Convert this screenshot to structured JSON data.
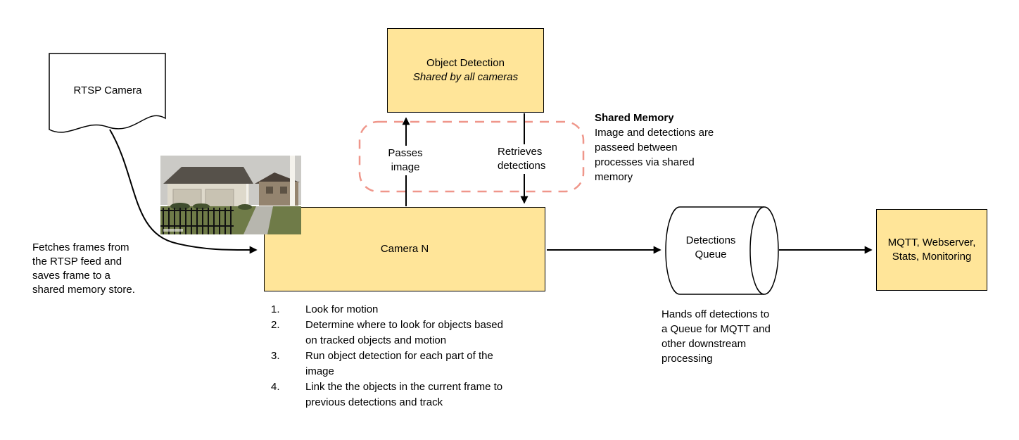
{
  "diagram": {
    "colors": {
      "box_fill": "#ffe599",
      "box_stroke": "#000000",
      "dashed_stroke": "#ef968a",
      "arrow": "#000000"
    },
    "nodes": {
      "rtsp_camera": "RTSP Camera",
      "object_detection_title": "Object Detection",
      "object_detection_subtitle": "Shared by all cameras",
      "camera_n": "Camera N",
      "detections_queue": "Detections Queue",
      "mqtt": "MQTT, Webserver, Stats, Monitoring"
    },
    "edges": {
      "passes_image": "Passes image",
      "retrieves_detections": "Retrieves detections"
    },
    "notes": {
      "shared_memory_title": "Shared Memory",
      "shared_memory_body": "Image and detections are passeed between processes via shared memory",
      "fetch_note": "Fetches frames from the RTSP feed and saves frame to a shared memory store.",
      "queue_note": "Hands off detections to a Queue for MQTT and other downstream processing"
    },
    "steps": [
      {
        "n": "1.",
        "text": "Look for motion"
      },
      {
        "n": "2.",
        "text": "Determine where to look for objects based on tracked objects and motion"
      },
      {
        "n": "3.",
        "text": "Run object detection for each part of the image"
      },
      {
        "n": "4.",
        "text": "Link the the objects in the current frame to previous detections and track"
      }
    ]
  }
}
